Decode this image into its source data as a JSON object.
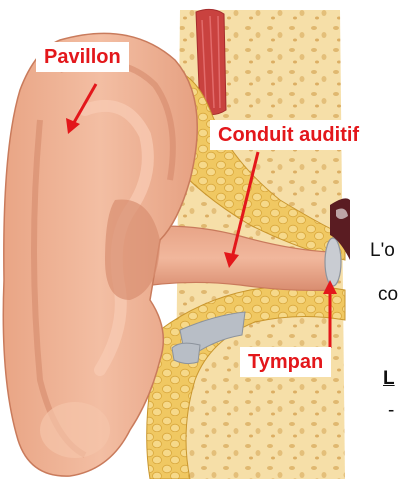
{
  "labels": {
    "pavillon": "Pavillon",
    "conduit_auditif": "Conduit auditif",
    "tympan": "Tympan"
  },
  "side_text": {
    "line1": "L'o",
    "line2": "co",
    "line3": "L",
    "line4": "-"
  },
  "colors": {
    "label_red": "#e3171b",
    "skin": "#eeb091",
    "skin_dark": "#d98c6e",
    "tissue_yellow": "#f3d27f",
    "bone": "#f6dfa8",
    "cartilage": "#b8bec6",
    "muscle": "#c23a3a"
  }
}
